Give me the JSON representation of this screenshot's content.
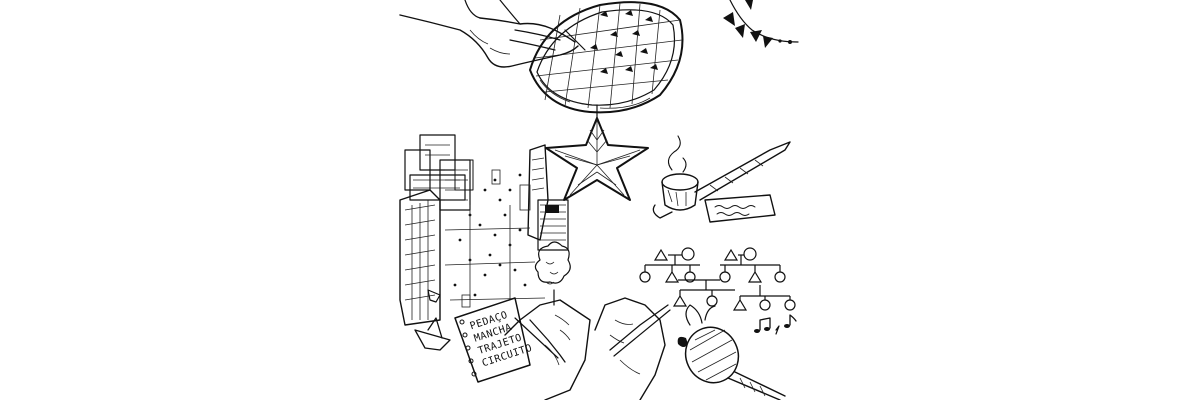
{
  "notebook": {
    "lines": [
      "PEDAÇO",
      "MANCHA",
      "TRAJETO",
      "CIRCUITO"
    ]
  },
  "icons": {
    "basket": "woven-basket-icon",
    "star": "star-ornament-icon",
    "bunting": "bunting-garland-icon",
    "city": "city-aerial-sketch",
    "pipe": "smoking-pipe-icon",
    "note": "handwritten-note-icon",
    "kinship": "kinship-diagram",
    "music": "music-notes-icon",
    "rattle": "feathered-rattle-icon",
    "boat": "paper-boat-icon"
  },
  "colors": {
    "ink": "#111111",
    "paper": "#ffffff"
  }
}
